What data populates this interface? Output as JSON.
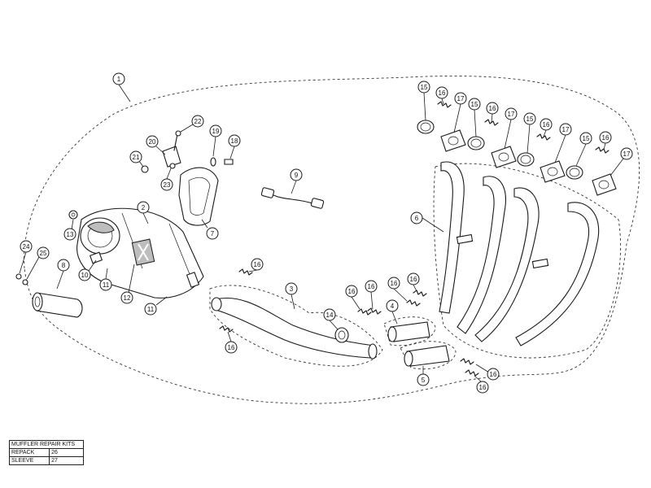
{
  "callouts": [
    "1",
    "2",
    "3",
    "4",
    "5",
    "6",
    "7",
    "8",
    "9",
    "10",
    "11",
    "11",
    "12",
    "13",
    "14",
    "15",
    "15",
    "15",
    "15",
    "16",
    "16",
    "16",
    "16",
    "16",
    "16",
    "16",
    "16",
    "16",
    "16",
    "16",
    "16",
    "17",
    "17",
    "17",
    "17",
    "18",
    "19",
    "20",
    "21",
    "22",
    "23",
    "24",
    "25"
  ],
  "kit_table": {
    "title": "MUFFLER REPAIR KITS",
    "rows": [
      {
        "name": "REPACK",
        "num": "26"
      },
      {
        "name": "SLEEVE",
        "num": "27"
      }
    ]
  }
}
